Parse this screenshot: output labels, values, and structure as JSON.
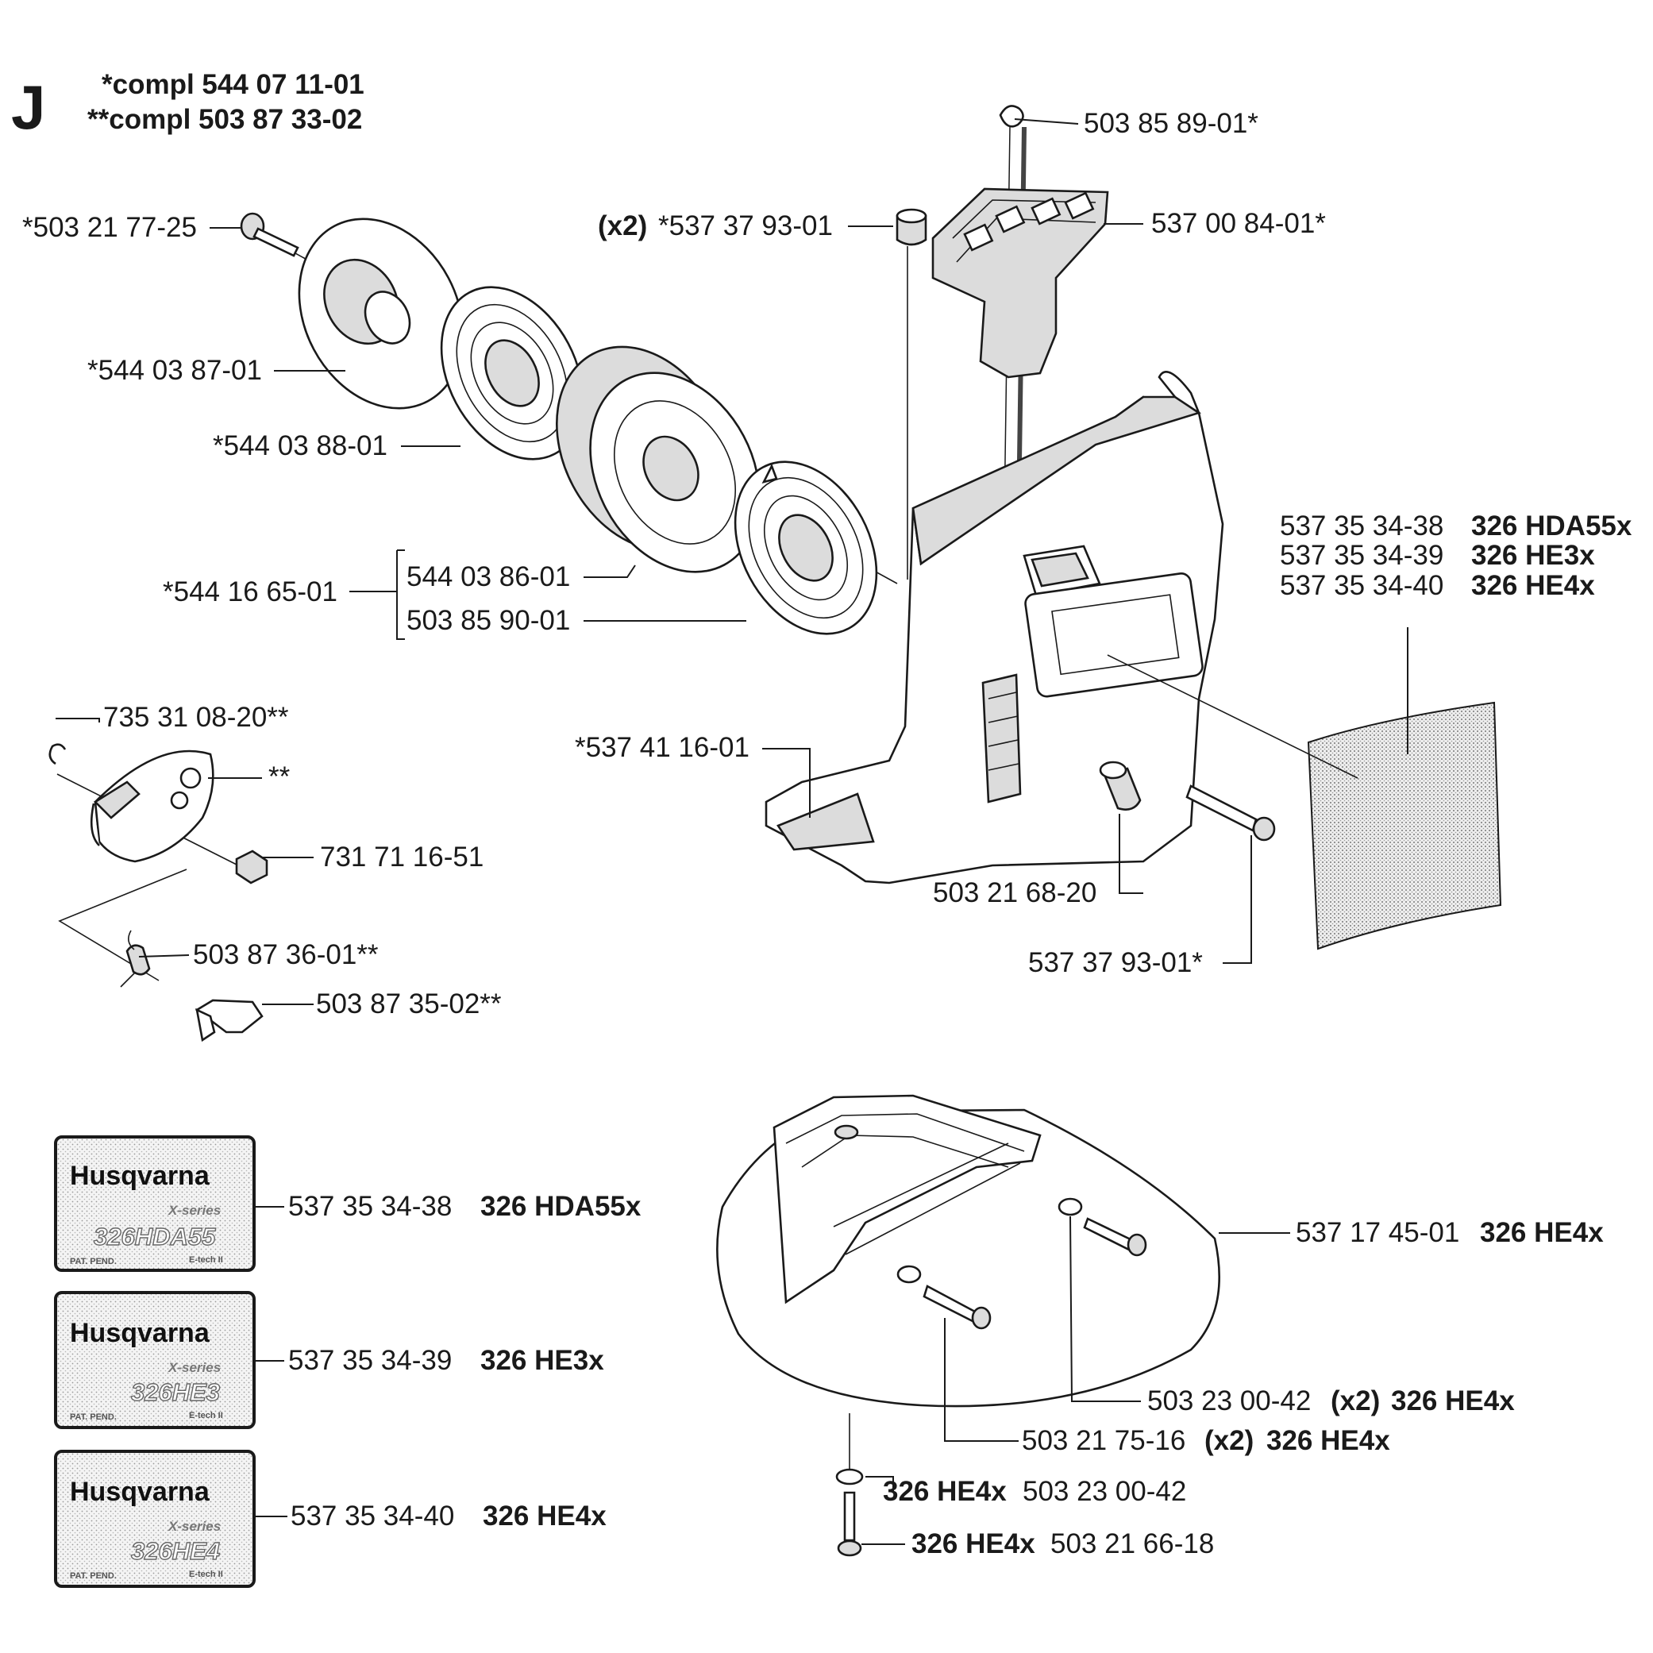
{
  "section": {
    "letter": "J"
  },
  "assemblies": [
    {
      "text": "*compl 544 07 11-01"
    },
    {
      "text": "**compl 503 87 33-02"
    }
  ],
  "parts": [
    {
      "id": "503852",
      "part": "503 85 89-01*"
    },
    {
      "id": "x2cap_qty",
      "part": "(x2)"
    },
    {
      "id": "x2cap",
      "part": "*537 37 93-01"
    },
    {
      "id": "handle",
      "part": "537 00 84-01*"
    },
    {
      "id": "screw1",
      "part": "*503 21 77-25"
    },
    {
      "id": "pulleycover",
      "part": "*544 03 87-01"
    },
    {
      "id": "spring",
      "part": "*544 03 88-01"
    },
    {
      "id": "pulleyset",
      "part": "*544 16 65-01"
    },
    {
      "id": "pulley",
      "part": "544 03 86-01"
    },
    {
      "id": "springcase",
      "part": "503 85 90-01"
    },
    {
      "id": "decal_a",
      "part": "537 35 34-38",
      "model": "326 HDA55x"
    },
    {
      "id": "decal_b",
      "part": "537 35 34-39",
      "model": "326 HE3x"
    },
    {
      "id": "decal_c",
      "part": "537 35 34-40",
      "model": "326 HE4x"
    },
    {
      "id": "circlip",
      "part": "735 31 08-20**"
    },
    {
      "id": "pawlhousing",
      "part": "**"
    },
    {
      "id": "nut",
      "part": "731 71 16-51"
    },
    {
      "id": "starterhousing",
      "part": "*537 41 16-01"
    },
    {
      "id": "sleeve",
      "part": "503 21 68-20"
    },
    {
      "id": "bolt",
      "part": "537 37 93-01*"
    },
    {
      "id": "pawlspring",
      "part": "503 87 36-01**"
    },
    {
      "id": "pawl",
      "part": "503 87 35-02**"
    },
    {
      "id": "guard",
      "part": "537 17 45-01",
      "model": "326 HE4x"
    },
    {
      "id": "washer2",
      "part": "503 23 00-42",
      "qty": "(x2)",
      "model": "326 HE4x"
    },
    {
      "id": "screw2",
      "part": "503 21 75-16",
      "qty": "(x2)",
      "model": "326 HE4x"
    },
    {
      "id": "washer3",
      "model": "326 HE4x",
      "part": "503 23 00-42"
    },
    {
      "id": "screw3",
      "model": "326 HE4x",
      "part": "503 21 66-18"
    }
  ],
  "decals": [
    {
      "brand": "Husqvarna",
      "series": "X-series",
      "model_text": "326HDA55",
      "pat": "PAT. PEND.",
      "tech": "E-tech II",
      "part": "537 35 34-38",
      "model": "326 HDA55x"
    },
    {
      "brand": "Husqvarna",
      "series": "X-series",
      "model_text": "326HE3",
      "pat": "PAT. PEND.",
      "tech": "E-tech II",
      "part": "537 35 34-39",
      "model": "326 HE3x"
    },
    {
      "brand": "Husqvarna",
      "series": "X-series",
      "model_text": "326HE4",
      "pat": "PAT. PEND.",
      "tech": "E-tech II",
      "part": "537 35 34-40",
      "model": "326 HE4x"
    }
  ]
}
